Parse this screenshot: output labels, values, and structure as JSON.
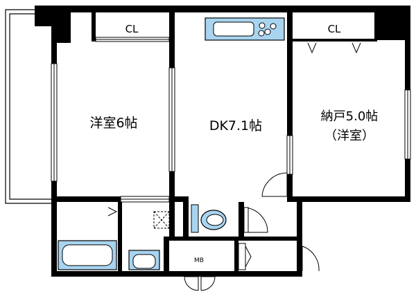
{
  "rooms": {
    "western_room": "洋室6帖",
    "dk": "DK7.1帖",
    "storage_room": "納戸5.0帖",
    "storage_room_sub": "（洋室）"
  },
  "closets": {
    "left": "CL",
    "right": "CL"
  },
  "meter_box": "MB",
  "colors": {
    "wall": "#000000",
    "fixture_fill": "#a8d4f0",
    "line": "#000000",
    "background": "#ffffff"
  }
}
